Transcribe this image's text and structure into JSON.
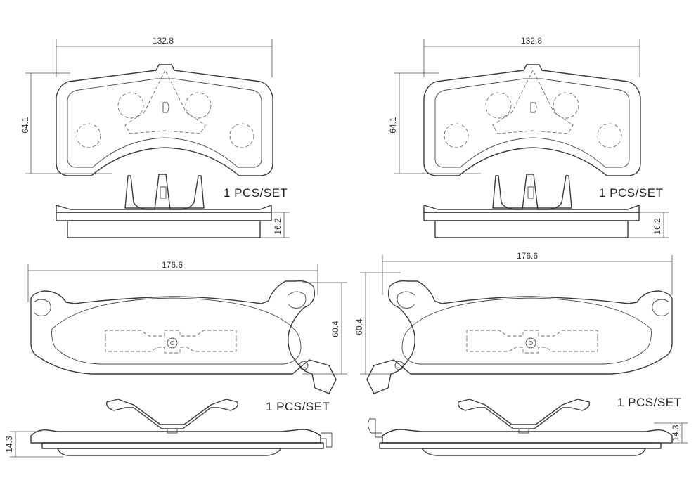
{
  "quantity_label": "1  PCS/SET",
  "dimensions": {
    "top_pad_width": "132.8",
    "top_pad_height": "64.1",
    "top_pad_thickness": "16.2",
    "bottom_pad_width": "176.6",
    "bottom_pad_height": "60.4",
    "bottom_pad_thickness": "14.3"
  }
}
